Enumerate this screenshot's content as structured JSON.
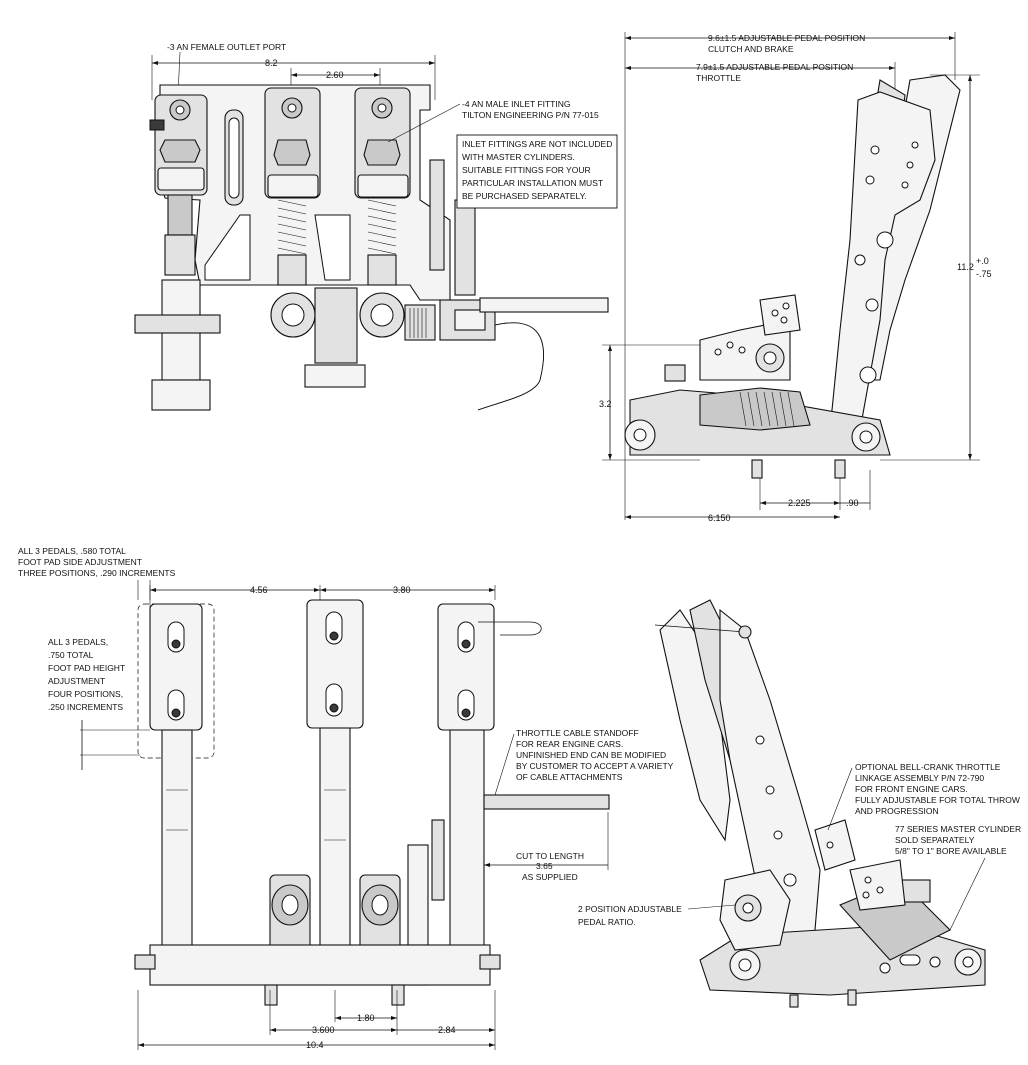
{
  "top_view": {
    "outlet_port": "-3 AN FEMALE OUTLET PORT",
    "inlet_fitting_line1": "-4 AN MALE INLET FITTING",
    "inlet_fitting_line2": "TILTON ENGINEERING P/N 77-015",
    "note_lines": [
      "INLET FITTINGS ARE NOT INCLUDED",
      "WITH MASTER CYLINDERS.",
      "SUITABLE FITTINGS FOR YOUR",
      "PARTICULAR INSTALLATION MUST",
      "BE PURCHASED SEPARATELY."
    ],
    "dim_overall": "8.2",
    "dim_spacing": "2.60"
  },
  "side_view": {
    "clutch_brake_line1": "9.6±1.5 ADJUSTABLE PEDAL POSITION",
    "clutch_brake_line2": "CLUTCH AND BRAKE",
    "throttle_line1": "7.9±1.5 ADJUSTABLE PEDAL POSITION",
    "throttle_line2": "THROTTLE",
    "dim_height": "11.2",
    "dim_height_tol_plus": "+.0",
    "dim_height_tol_minus": "-.75",
    "dim_base_height": "3.2",
    "dim_2225": "2.225",
    "dim_090": ".90",
    "dim_6150": "6.150"
  },
  "front_view": {
    "side_adjust_lines": [
      "ALL 3 PEDALS, .580 TOTAL",
      "FOOT PAD SIDE ADJUSTMENT",
      "THREE POSITIONS, .290 INCREMENTS"
    ],
    "height_adjust_lines": [
      "ALL 3 PEDALS,",
      ".750 TOTAL",
      "FOOT PAD HEIGHT",
      "ADJUSTMENT",
      "FOUR POSITIONS,",
      ".250 INCREMENTS"
    ],
    "standoff_lines": [
      "THROTTLE CABLE STANDOFF",
      "FOR REAR ENGINE CARS.",
      "UNFINISHED END CAN BE MODIFIED",
      "BY CUSTOMER TO ACCEPT A VARIETY",
      "OF CABLE ATTACHMENTS"
    ],
    "cut_lines": [
      "CUT TO LENGTH",
      "3.65",
      "AS SUPPLIED"
    ],
    "dim_456": "4.56",
    "dim_380": "3.80",
    "dim_3600": "3.600",
    "dim_180": "1.80",
    "dim_284": "2.84",
    "dim_104": "10.4"
  },
  "iso_view": {
    "bellcrank_lines": [
      "OPTIONAL BELL-CRANK THROTTLE",
      "LINKAGE ASSEMBLY P/N 72-790",
      "FOR FRONT ENGINE CARS.",
      "FULLY ADJUSTABLE FOR TOTAL THROW",
      "AND PROGRESSION"
    ],
    "mc_lines": [
      "77 SERIES MASTER CYLINDER",
      "SOLD SEPARATELY",
      "5/8\" TO 1\" BORE AVAILABLE"
    ],
    "ratio_lines": [
      "2 POSITION ADJUSTABLE",
      "PEDAL RATIO."
    ]
  }
}
